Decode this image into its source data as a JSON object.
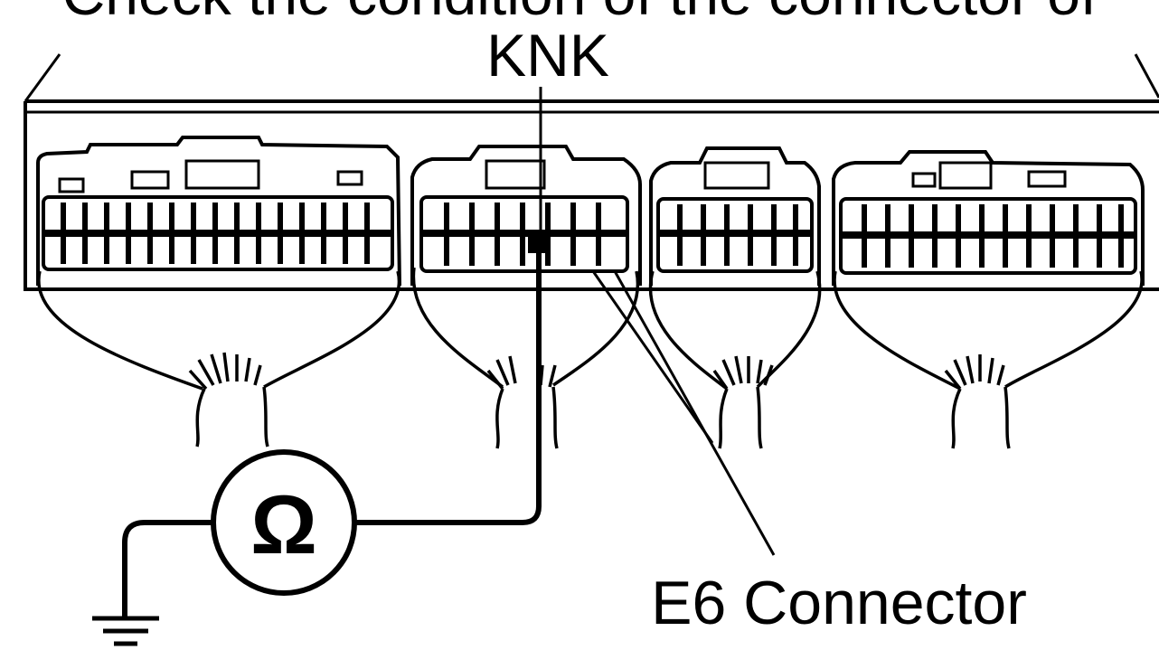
{
  "diagram": {
    "top_text": "Check the condition of the connector of",
    "terminal_label": "KNK",
    "connector_label": "E6 Connector",
    "meter_symbol": "Ω",
    "line_color": "#000000",
    "background": "#ffffff",
    "icons": {
      "meter": "ohmmeter-icon",
      "ground": "ground-icon"
    }
  }
}
